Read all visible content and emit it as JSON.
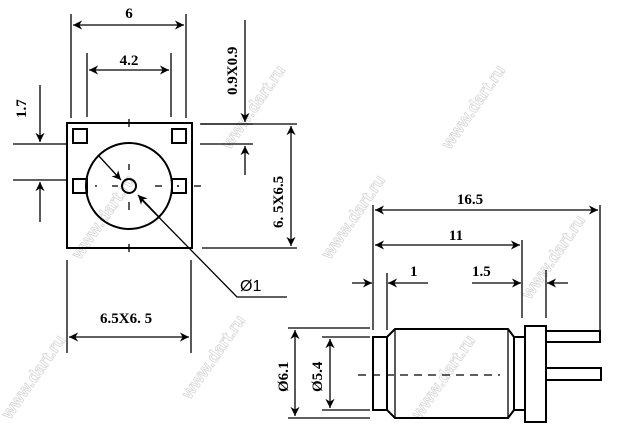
{
  "drawing": {
    "front_view": {
      "width_pads_outer": "6",
      "width_pads_inner": "4.2",
      "pad_offset": "1.7",
      "pad_size": "0.9X0.9",
      "body_size_side": "6. 5X6.5",
      "body_size_bottom": "6.5X6. 5",
      "hole_diameter": "Ø1"
    },
    "side_view": {
      "total_length": "16.5",
      "body_length": "11",
      "front_flange": "1",
      "rear_flange": "1.5",
      "outer_diameter": "Ø6.1",
      "inner_diameter": "Ø5.4"
    },
    "watermark": "www.dart.ru"
  }
}
